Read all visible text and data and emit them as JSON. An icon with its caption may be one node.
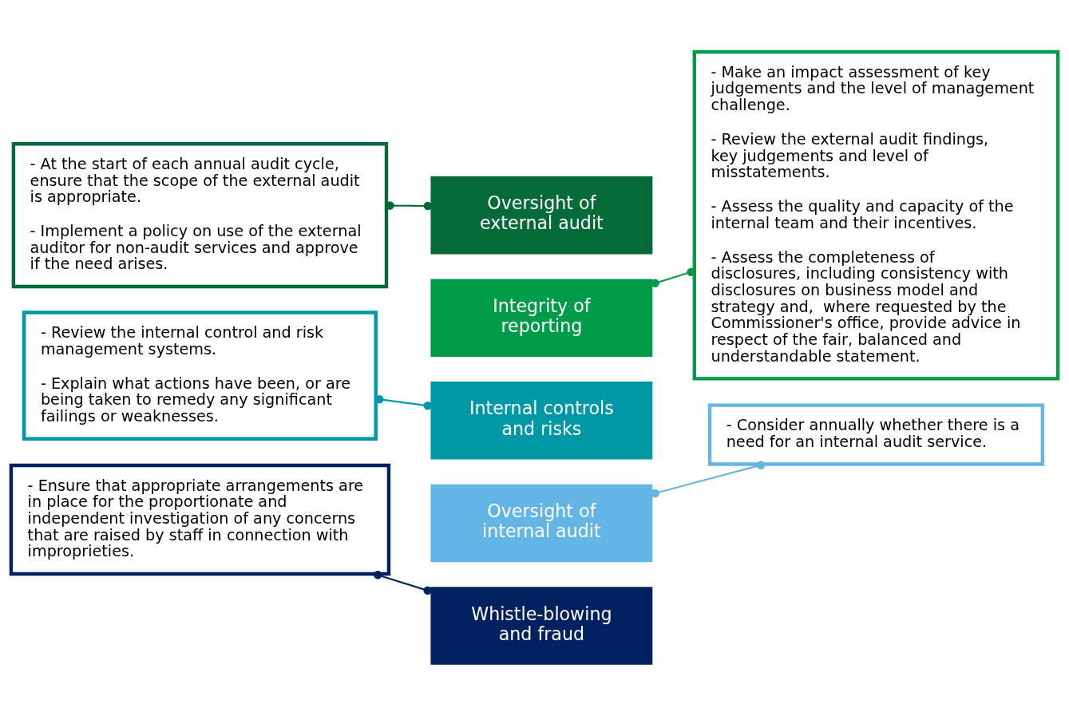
{
  "diagram": {
    "nodes": [
      {
        "text": [
          "- At the start of each annual audit cycle, ensure that the scope of the external audit is appropriate.",
          "- Implement a policy on use of the external auditor for non-audit services and approve if the need arises."
        ]
      },
      {
        "text": [
          "Oversight of external audit"
        ]
      },
      {
        "text": [
          "- Make an impact assessment of key judgements and the level of management challenge.",
          "- Review the external audit findings, key judgements and level of misstatements.",
          "- Assess the quality and capacity of the internal team and their incentives.",
          "- Assess the completeness of disclosures, including consistency with disclosures on business model and strategy and,  where requested by the Commissioner's office, provide advice in respect of the fair, balanced and understandable statement."
        ]
      },
      {
        "text": [
          "Integrity of reporting"
        ]
      },
      {
        "text": [
          "Internal controls and risks"
        ]
      },
      {
        "text": [
          "- Review the internal control and risk management systems.",
          "- Explain what actions have been, or are being taken to remedy any significant failings or weaknesses."
        ]
      },
      {
        "text": [
          "Oversight of internal audit"
        ]
      },
      {
        "text": [
          "Whistle-blowing and fraud"
        ]
      },
      {
        "text": [
          "- Consider annually whether there is a need for an internal audit service."
        ]
      },
      {
        "text": [
          "- Ensure that appropriate arrangements are in place for the proportionate and independent investigation of any concerns that are raised by staff in connection with improprieties."
        ]
      }
    ],
    "edges": [
      {
        "from": 1,
        "to": 0,
        "arrow": "other",
        "color": "#046a38"
      },
      {
        "from": 3,
        "to": 2,
        "arrow": "other",
        "color": "#009b48"
      },
      {
        "from": 4,
        "to": 5,
        "arrow": "other",
        "color": "#0097a7"
      },
      {
        "from": 6,
        "to": 8,
        "arrow": "other",
        "color": "#62b5e5"
      },
      {
        "from": 7,
        "to": 9,
        "arrow": "other",
        "color": "#002060"
      }
    ]
  }
}
